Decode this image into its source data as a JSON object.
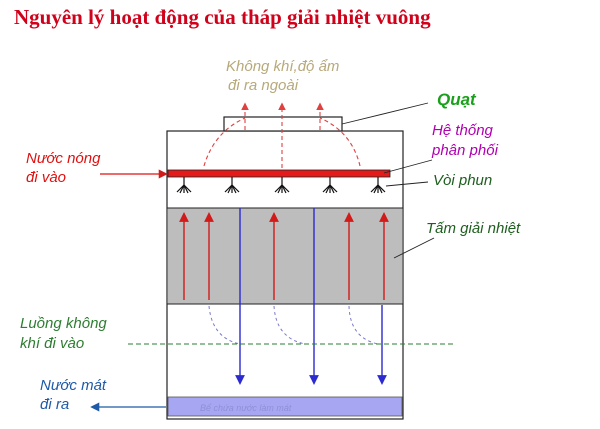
{
  "title": "Nguyên lý hoạt động của tháp giải nhiệt vuông",
  "labels": {
    "air_moisture_out_line1": "Không khí,độ ẩm",
    "air_moisture_out_line2": "đi ra ngoài",
    "fan": "Quạt",
    "distribution_line1": "Hệ thống",
    "distribution_line2": "phân phối",
    "nozzle": "Vòi phun",
    "hot_water_line1": "Nước nóng",
    "hot_water_line2": "đi vào",
    "fill": "Tấm giải nhiệt",
    "air_in_line1": "Luồng không",
    "air_in_line2": "khí đi vào",
    "cool_water_line1": "Nước mát",
    "cool_water_line2": "đi ra",
    "basin": "Bể chứa nước làm mát"
  },
  "colors": {
    "title": "#d0021b",
    "air_out": "#b7a97a",
    "fan": "#1aa01a",
    "distribution": "#b000b0",
    "nozzle": "#1e5e1e",
    "hot_water": "#e01010",
    "fill": "#1e5e1e",
    "air_in": "#2e7d32",
    "cool_water": "#1e5aa8",
    "fill_band": "#bdbdbd",
    "basin": "#a6a6f2",
    "pipe": "#e51b1b",
    "down_arrow": "#2b2bd0",
    "up_arrow": "#d11a1a"
  }
}
